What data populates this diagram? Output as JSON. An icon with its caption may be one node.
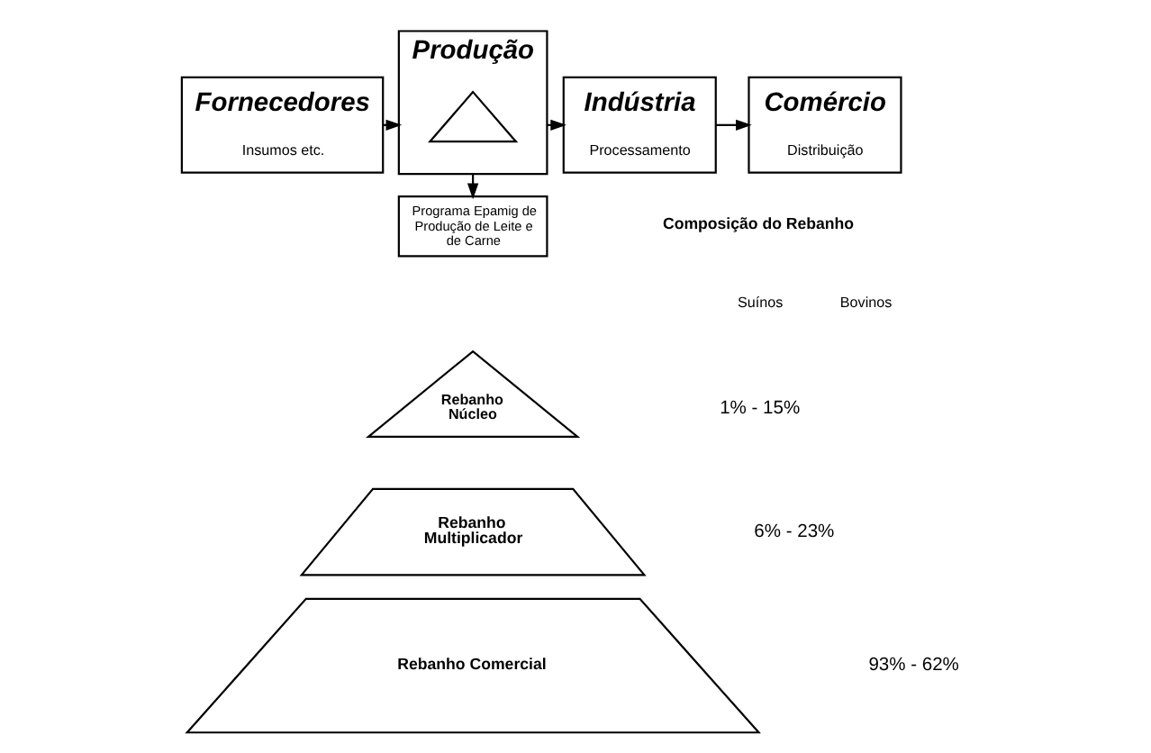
{
  "diagram": {
    "nodes": [
      {
        "text": [
          "Fornecedores",
          "Insumos etc."
        ]
      },
      {
        "text": [
          "Produção"
        ]
      },
      {
        "text": [],
        "shape": "triangle",
        "in": 1
      },
      {
        "text": [
          "Indústria",
          "Processamento"
        ]
      },
      {
        "text": [
          "Comércio",
          "Distribuição"
        ]
      },
      {
        "text": [
          "Programa Epamig de Produção de Leite e de Carne"
        ]
      },
      {
        "text": [
          "Rebanho Núcleo"
        ]
      },
      {
        "text": [
          "Rebanho Multiplicador"
        ]
      },
      {
        "text": [
          "Rebanho Comercial"
        ]
      }
    ],
    "edges": [
      {
        "from": 0,
        "to": 1,
        "arrow": "to"
      },
      {
        "from": 1,
        "to": 3,
        "arrow": "to"
      },
      {
        "from": 3,
        "to": 4,
        "arrow": "to"
      },
      {
        "from": 1,
        "to": 5,
        "arrow": "to"
      }
    ],
    "labels": [
      "Composição do Rebanho",
      "Suínos",
      "Bovinos",
      "1% - 15%",
      "6% - 23%",
      "93% - 62%"
    ]
  }
}
